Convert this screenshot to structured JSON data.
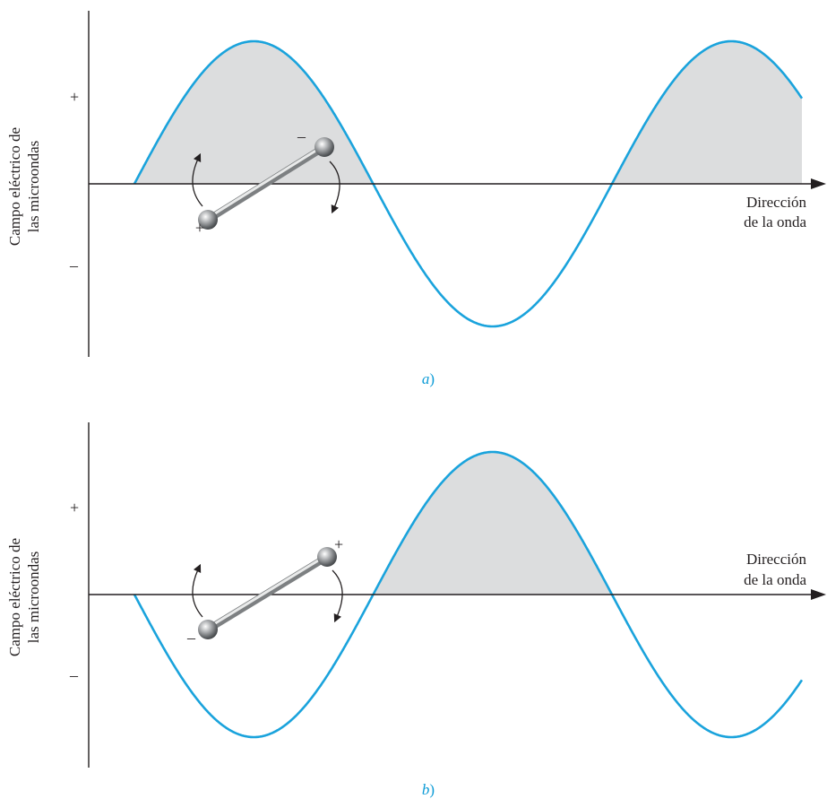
{
  "figure": {
    "panels": [
      {
        "id": "a",
        "caption_letter": "a",
        "caption_paren": ")",
        "y_axis_label_line1": "Campo eléctrico de",
        "y_axis_label_line2": "las microondas",
        "plus_sign": "+",
        "minus_sign": "–",
        "x_axis_label_line1": "Dirección",
        "x_axis_label_line2": "de la onda",
        "dipole_upper_charge": "–",
        "dipole_lower_charge": "+",
        "wave_phase": "positive_first"
      },
      {
        "id": "b",
        "caption_letter": "b",
        "caption_paren": ")",
        "y_axis_label_line1": "Campo eléctrico de",
        "y_axis_label_line2": "las microondas",
        "plus_sign": "+",
        "minus_sign": "–",
        "x_axis_label_line1": "Dirección",
        "x_axis_label_line2": "de la onda",
        "dipole_upper_charge": "+",
        "dipole_lower_charge": "–",
        "wave_phase": "negative_first"
      }
    ],
    "colors": {
      "wave": "#1aa3dc",
      "shading": "#dcddde",
      "axis": "#231f20",
      "caption": "#0a9ad6"
    }
  }
}
